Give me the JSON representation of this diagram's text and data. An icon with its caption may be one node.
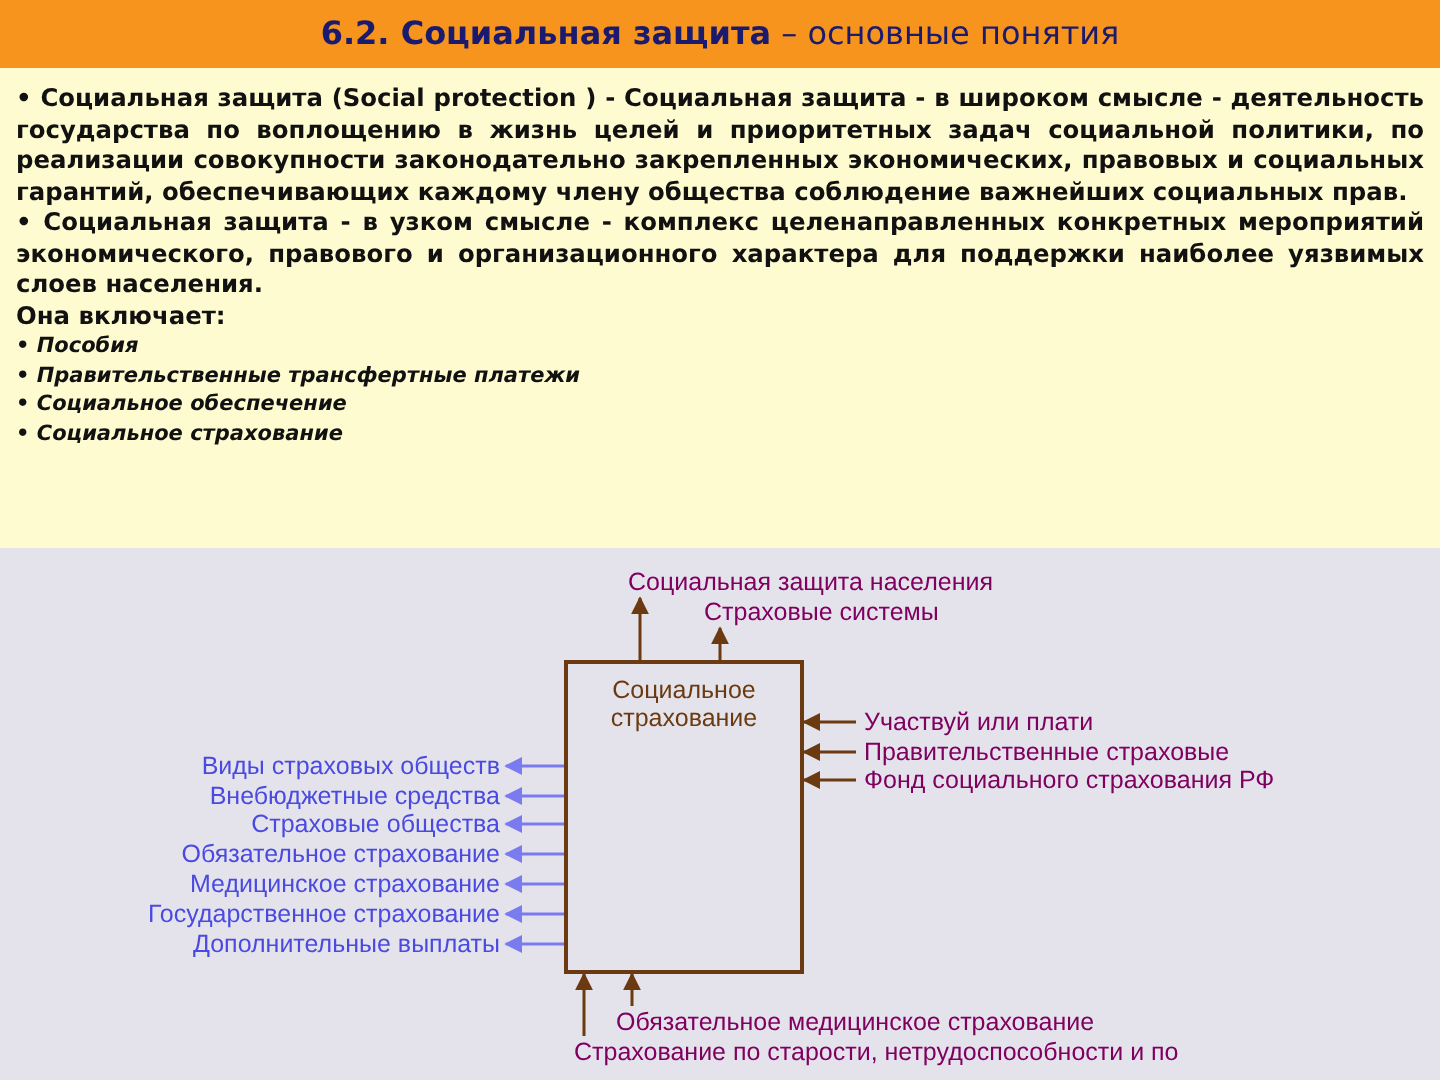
{
  "diagram": {
    "title": "**6.2.  Социальная защита** – основные понятия",
    "nodes": [
      {
        "text": [
          "Социальное страхование"
        ]
      },
      {
        "text": [
          "Социальная защита населения"
        ]
      },
      {
        "text": [
          "Страховые системы"
        ]
      },
      {
        "text": [
          "Участвуй или плати"
        ]
      },
      {
        "text": [
          "Правительственные страховые"
        ]
      },
      {
        "text": [
          "Фонд социального страхования РФ"
        ]
      },
      {
        "text": [
          "Виды страховых обществ"
        ]
      },
      {
        "text": [
          "Внебюджетные средства"
        ]
      },
      {
        "text": [
          "Страховые общества"
        ]
      },
      {
        "text": [
          "Обязательное страхование"
        ]
      },
      {
        "text": [
          "Медицинское страхование"
        ]
      },
      {
        "text": [
          "Государственное страхование"
        ]
      },
      {
        "text": [
          "Дополнительные выплаты"
        ]
      },
      {
        "text": [
          "Обязательное медицинское страхование"
        ]
      },
      {
        "text": [
          "Страхование по старости, нетрудоспособности и по"
        ]
      }
    ],
    "edges": [
      {
        "from": 0,
        "to": 1,
        "arrow": "to"
      },
      {
        "from": 0,
        "to": 2,
        "arrow": "to"
      },
      {
        "from": 3,
        "to": 0,
        "arrow": "to"
      },
      {
        "from": 4,
        "to": 0,
        "arrow": "to"
      },
      {
        "from": 5,
        "to": 0,
        "arrow": "to"
      },
      {
        "from": 0,
        "to": 6,
        "arrow": "to",
        "color": "#7b7bf0"
      },
      {
        "from": 0,
        "to": 7,
        "arrow": "to",
        "color": "#7b7bf0"
      },
      {
        "from": 0,
        "to": 8,
        "arrow": "to",
        "color": "#7b7bf0"
      },
      {
        "from": 0,
        "to": 9,
        "arrow": "to",
        "color": "#7b7bf0"
      },
      {
        "from": 0,
        "to": 10,
        "arrow": "to",
        "color": "#7b7bf0"
      },
      {
        "from": 0,
        "to": 11,
        "arrow": "to",
        "color": "#7b7bf0"
      },
      {
        "from": 0,
        "to": 12,
        "arrow": "to",
        "color": "#7b7bf0"
      },
      {
        "from": 13,
        "to": 0,
        "arrow": "to"
      },
      {
        "from": 14,
        "to": 0,
        "arrow": "to"
      }
    ],
    "labels": [
      "• Социальная защита (Social protection )  -  Социальная защита - в широком смысле - деятельность государства по воплощению в жизнь целей и приоритетных задач социальной политики, по реализации совокупности законодательно закрепленных экономических, правовых и социальных гарантий, обеспечивающих каждому члену общества соблюдение важнейших социальных прав.",
      "• Социальная защита - в узком смысле - комплекс целенаправленных конкретных мероприятий экономического, правового и организационного характера для поддержки наиболее уязвимых слоев населения.",
      "Она включает:",
      "• Пособия",
      "• Правительственные трансфертные платежи",
      "• Социальное обеспечение",
      "• Социальное страхование"
    ]
  }
}
